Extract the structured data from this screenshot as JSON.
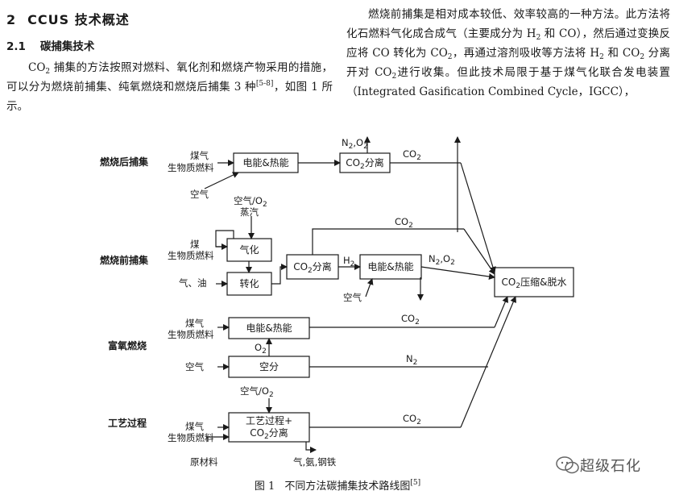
{
  "section": {
    "number": "2",
    "title": "CCUS 技术概述"
  },
  "subsection": {
    "number": "2.1",
    "title": "碳捕集技术"
  },
  "left_para": {
    "co2_prefix": "CO",
    "co2_sub": "2",
    "line1_rest": " 捕集的方法按照对燃料、氧化剂和燃烧产",
    "line2": "物采用的措施，可以分为燃烧前捕集、纯氧燃烧和燃",
    "line3_a": "烧后捕集 3 种",
    "line3_ref": "[5-8]",
    "line3_b": "，如图 1 所示。"
  },
  "right_para": {
    "line1": "燃烧前捕集是相对成本较低、效率较高的一种",
    "line2": "方法。此方法将化石燃料气化成合成气（主要成分",
    "line3_a": "为 H",
    "line3_sub1": "2",
    "line3_b": " 和 CO），然后通过变换反应将 CO 转化为 CO",
    "line3_sub2": "2",
    "line3_c": "，",
    "line4_a": "再通过溶剂吸收等方法将 H",
    "line4_sub1": "2",
    "line4_b": " 和 CO",
    "line4_sub2": "2",
    "line4_c": " 分离开对 CO",
    "line4_sub3": "2",
    "line5": "进行收集。但此技术局限于基于煤气化联合发电装",
    "line6": "置（Integrated Gasification Combined Cycle，IGCC），"
  },
  "diagram": {
    "rows": {
      "post": "燃烧后捕集",
      "pre": "燃烧前捕集",
      "oxy": "富氧燃烧",
      "industrial": "工艺过程"
    },
    "boxes": {
      "power1": "电能&热能",
      "co2sep1_prefix": "CO",
      "co2sep1_sub": "2",
      "co2sep1_suffix": "分离",
      "gasify": "气化",
      "shift": "转化",
      "co2sep2_prefix": "CO",
      "co2sep2_sub": "2",
      "co2sep2_suffix": "分离",
      "power2": "电能&热能",
      "power3": "电能&热能",
      "asu": "空分",
      "process_line1": "工艺过程+",
      "process_line2_prefix": "CO",
      "process_line2_sub": "2",
      "process_line2_suffix": "分离",
      "compress_prefix": "CO",
      "compress_sub": "2",
      "compress_suffix": "压缩&脱水"
    },
    "labels": {
      "coal": "煤气",
      "biomass": "生物质燃料",
      "air": "空气",
      "n2o2_a": "N",
      "n2o2_sub": "2",
      "n2o2_b": ",O",
      "n2o2_sub2": "2",
      "co2": "CO",
      "co2_sub": "2",
      "air_o2_a": "空气/O",
      "air_o2_sub": "2",
      "steam": "蒸汽",
      "coal_short": "煤",
      "gas_oil": "气、油",
      "h2": "H",
      "h2_sub": "2",
      "o2": "O",
      "o2_sub": "2",
      "n2": "N",
      "n2_sub": "2",
      "raw": "原材料",
      "products": "气,氨,钢铁"
    }
  },
  "caption": {
    "fignum": "图 1",
    "text": "不同方法碳捕集技术路线图",
    "ref": "[5]"
  },
  "watermark": {
    "text": "超级石化"
  }
}
